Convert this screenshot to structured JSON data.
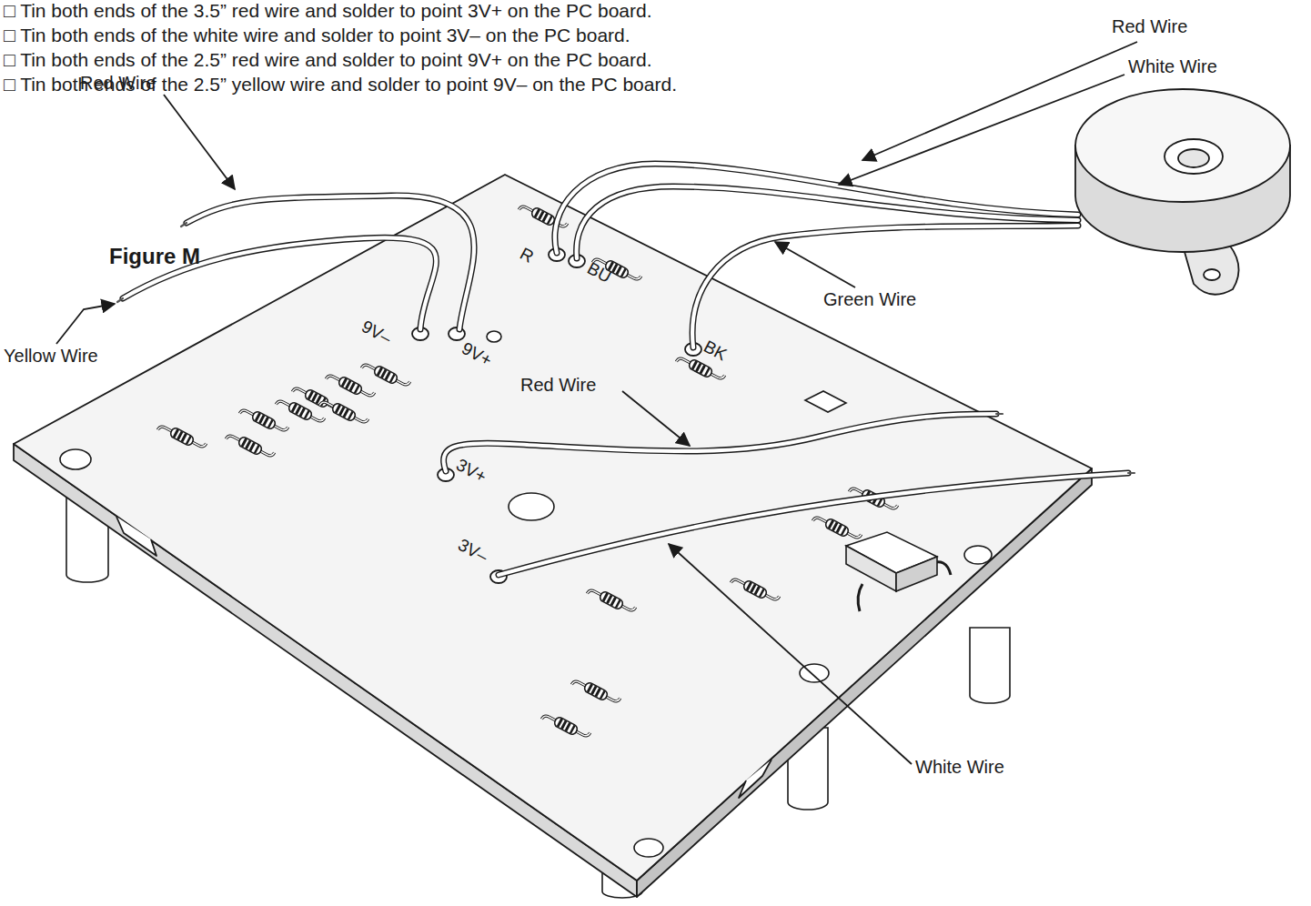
{
  "diagram": {
    "labels": [
      "□ Tin both ends of the 3.5” red wire and solder to point 3V+ on the PC board.",
      "□ Tin both ends of the white wire and solder to point 3V– on the PC board.",
      "□ Tin both ends of the 2.5” red wire and solder to point 9V+ on the PC board.",
      "□ Tin both ends of the 2.5” yellow wire and solder to point 9V– on the PC board.",
      "Figure M",
      "Red Wire",
      "White Wire",
      "Red Wire",
      "Yellow Wire",
      "Green Wire",
      "Red Wire",
      "White Wire",
      "R",
      "BU",
      "9V–",
      "9V+",
      "BK",
      "3V+",
      "3V–"
    ]
  }
}
